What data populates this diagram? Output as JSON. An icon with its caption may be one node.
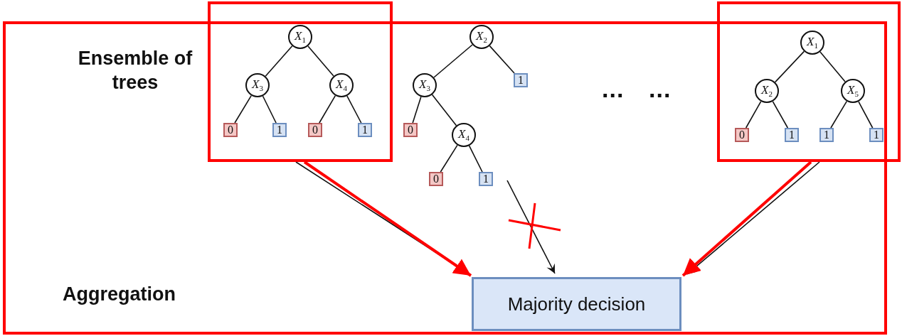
{
  "diagram": {
    "nodes": [
      {
        "text": [],
        "shape": "box"
      },
      {
        "text": [
          "Ensemble of trees",
          "Aggregation"
        ]
      },
      {
        "text": [],
        "shape": "box"
      },
      {
        "text": [
          "X$_{1}$"
        ],
        "in": 0
      },
      {
        "text": [
          "X$_{3}$"
        ],
        "in": 0
      },
      {
        "text": [
          "X$_{4}$"
        ],
        "in": 0
      },
      {
        "text": [
          "0"
        ],
        "in": 0
      },
      {
        "text": [
          "1"
        ],
        "in": 0
      },
      {
        "text": [
          "0"
        ],
        "in": 0
      },
      {
        "text": [
          "1"
        ],
        "in": 0
      },
      {
        "text": [
          "X$_{2}$"
        ],
        "in": 1
      },
      {
        "text": [
          "X$_{3}$"
        ],
        "in": 1
      },
      {
        "text": [
          "1"
        ],
        "in": 1
      },
      {
        "text": [
          "0"
        ],
        "in": 1
      },
      {
        "text": [
          "X$_{4}$"
        ],
        "in": 1
      },
      {
        "text": [
          "0"
        ],
        "in": 1
      },
      {
        "text": [
          "1"
        ],
        "in": 1
      },
      {
        "text": [
          "X$_{1}$"
        ],
        "in": 2
      },
      {
        "text": [
          "X$_{2}$"
        ],
        "in": 2
      },
      {
        "text": [
          "X$_{5}$"
        ],
        "in": 2
      },
      {
        "text": [
          "0"
        ],
        "in": 2
      },
      {
        "text": [
          "1"
        ],
        "in": 2
      },
      {
        "text": [
          "1"
        ],
        "in": 2
      },
      {
        "text": [
          "1"
        ],
        "in": 2
      },
      {
        "text": [
          "Majority decision"
        ],
        "in": 1
      }
    ],
    "edges": [
      {
        "from": 3,
        "to": 4,
        "arrow": "none"
      },
      {
        "from": 3,
        "to": 5,
        "arrow": "none"
      },
      {
        "from": 4,
        "to": 6,
        "arrow": "none"
      },
      {
        "from": 4,
        "to": 7,
        "arrow": "none"
      },
      {
        "from": 5,
        "to": 8,
        "arrow": "none"
      },
      {
        "from": 5,
        "to": 9,
        "arrow": "none"
      },
      {
        "from": 10,
        "to": 11,
        "arrow": "none"
      },
      {
        "from": 10,
        "to": 12,
        "arrow": "none"
      },
      {
        "from": 11,
        "to": 13,
        "arrow": "none"
      },
      {
        "from": 11,
        "to": 14,
        "arrow": "none"
      },
      {
        "from": 14,
        "to": 15,
        "arrow": "none"
      },
      {
        "from": 14,
        "to": 16,
        "arrow": "none"
      },
      {
        "from": 17,
        "to": 18,
        "arrow": "none"
      },
      {
        "from": 17,
        "to": 19,
        "arrow": "none"
      },
      {
        "from": 18,
        "to": 20,
        "arrow": "none"
      },
      {
        "from": 18,
        "to": 21,
        "arrow": "none"
      },
      {
        "from": 19,
        "to": 22,
        "arrow": "none"
      },
      {
        "from": 19,
        "to": 23,
        "arrow": "none"
      },
      {
        "from": 0,
        "to": 24,
        "arrow": "to"
      },
      {
        "from": null,
        "to": 24,
        "arrow": "to"
      },
      {
        "from": 2,
        "to": 24,
        "arrow": "to"
      },
      {
        "from": 0,
        "to": 24,
        "arrow": "to",
        "style": "thick",
        "color": "#ff0000"
      },
      {
        "from": 2,
        "to": 24,
        "arrow": "to",
        "style": "thick",
        "color": "#ff0000"
      }
    ],
    "labels": [
      "...",
      "..."
    ]
  }
}
